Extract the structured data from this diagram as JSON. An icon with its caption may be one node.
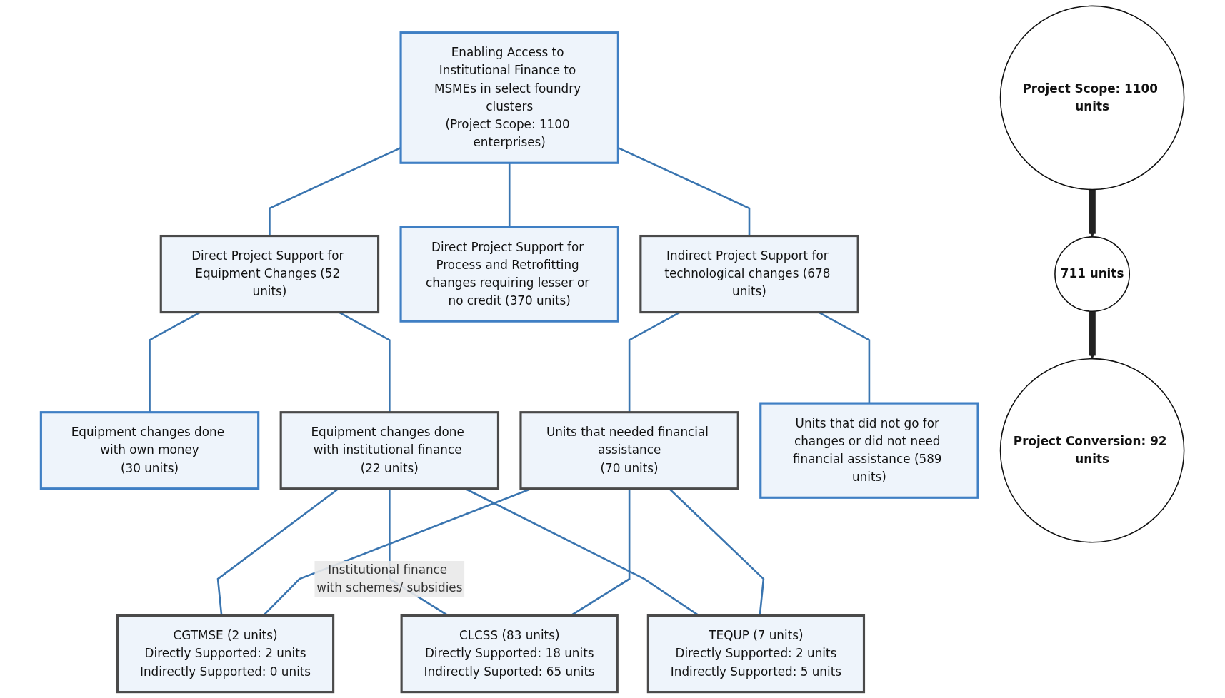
{
  "diagram": {
    "nodes": [
      {
        "text": [
          "Enabling Access to Institutional Finance to MSMEs in select foundry clusters",
          "(Project Scope: 1100 enterprises)"
        ]
      },
      {
        "text": [
          "Direct Project Support for Equipment Changes (52 units)"
        ]
      },
      {
        "text": [
          "Direct Project Support for Process and Retrofitting changes requiring lesser or no credit (370 units)"
        ]
      },
      {
        "text": [
          "Indirect Project Support for technological changes (678 units)"
        ]
      },
      {
        "text": [
          "Equipment changes done with own money",
          "(30 units)"
        ]
      },
      {
        "text": [
          "Equipment changes done with institutional finance (22 units)"
        ]
      },
      {
        "text": [
          "Units that needed financial assistance",
          "(70 units)"
        ]
      },
      {
        "text": [
          "Units that did not go for changes or did not need financial assistance (589 units)"
        ]
      },
      {
        "text": [
          "CGTMSE (2 units)",
          "Directly Supported: 2 units",
          "Indirectly Supported: 0 units"
        ]
      },
      {
        "text": [
          "CLCSS (83 units)",
          "Directly Supported: 18 units",
          "Indirectly Suported: 65 units"
        ]
      },
      {
        "text": [
          "TEQUP (7 units)",
          "Directly Supported: 2 units",
          "Indirectly Supported: 5 units"
        ]
      },
      {
        "text": [
          "Project Scope: 1100 units"
        ]
      },
      {
        "text": [
          "711 units"
        ]
      },
      {
        "text": [
          "Project Conversion: 92 units"
        ]
      }
    ],
    "edges": [
      {
        "from": 0,
        "to": 1,
        "arrow": "none"
      },
      {
        "from": 0,
        "to": 2,
        "arrow": "none"
      },
      {
        "from": 0,
        "to": 3,
        "arrow": "none"
      },
      {
        "from": 1,
        "to": 4,
        "arrow": "none"
      },
      {
        "from": 1,
        "to": 5,
        "arrow": "none"
      },
      {
        "from": 3,
        "to": 6,
        "arrow": "none"
      },
      {
        "from": 3,
        "to": 7,
        "arrow": "none"
      },
      {
        "from": 5,
        "to": 8,
        "arrow": "none"
      },
      {
        "from": 5,
        "to": 9,
        "arrow": "none",
        "label": "Institutional finance with schemes/ subsidies"
      },
      {
        "from": 5,
        "to": 10,
        "arrow": "none"
      },
      {
        "from": 6,
        "to": 8,
        "arrow": "none"
      },
      {
        "from": 6,
        "to": 9,
        "arrow": "none"
      },
      {
        "from": 6,
        "to": 10,
        "arrow": "none"
      },
      {
        "from": 11,
        "to": 12,
        "arrow": "to",
        "style": "thick",
        "color": "#222222"
      },
      {
        "from": 12,
        "to": 13,
        "arrow": "to",
        "style": "thick",
        "color": "#222222"
      }
    ]
  }
}
